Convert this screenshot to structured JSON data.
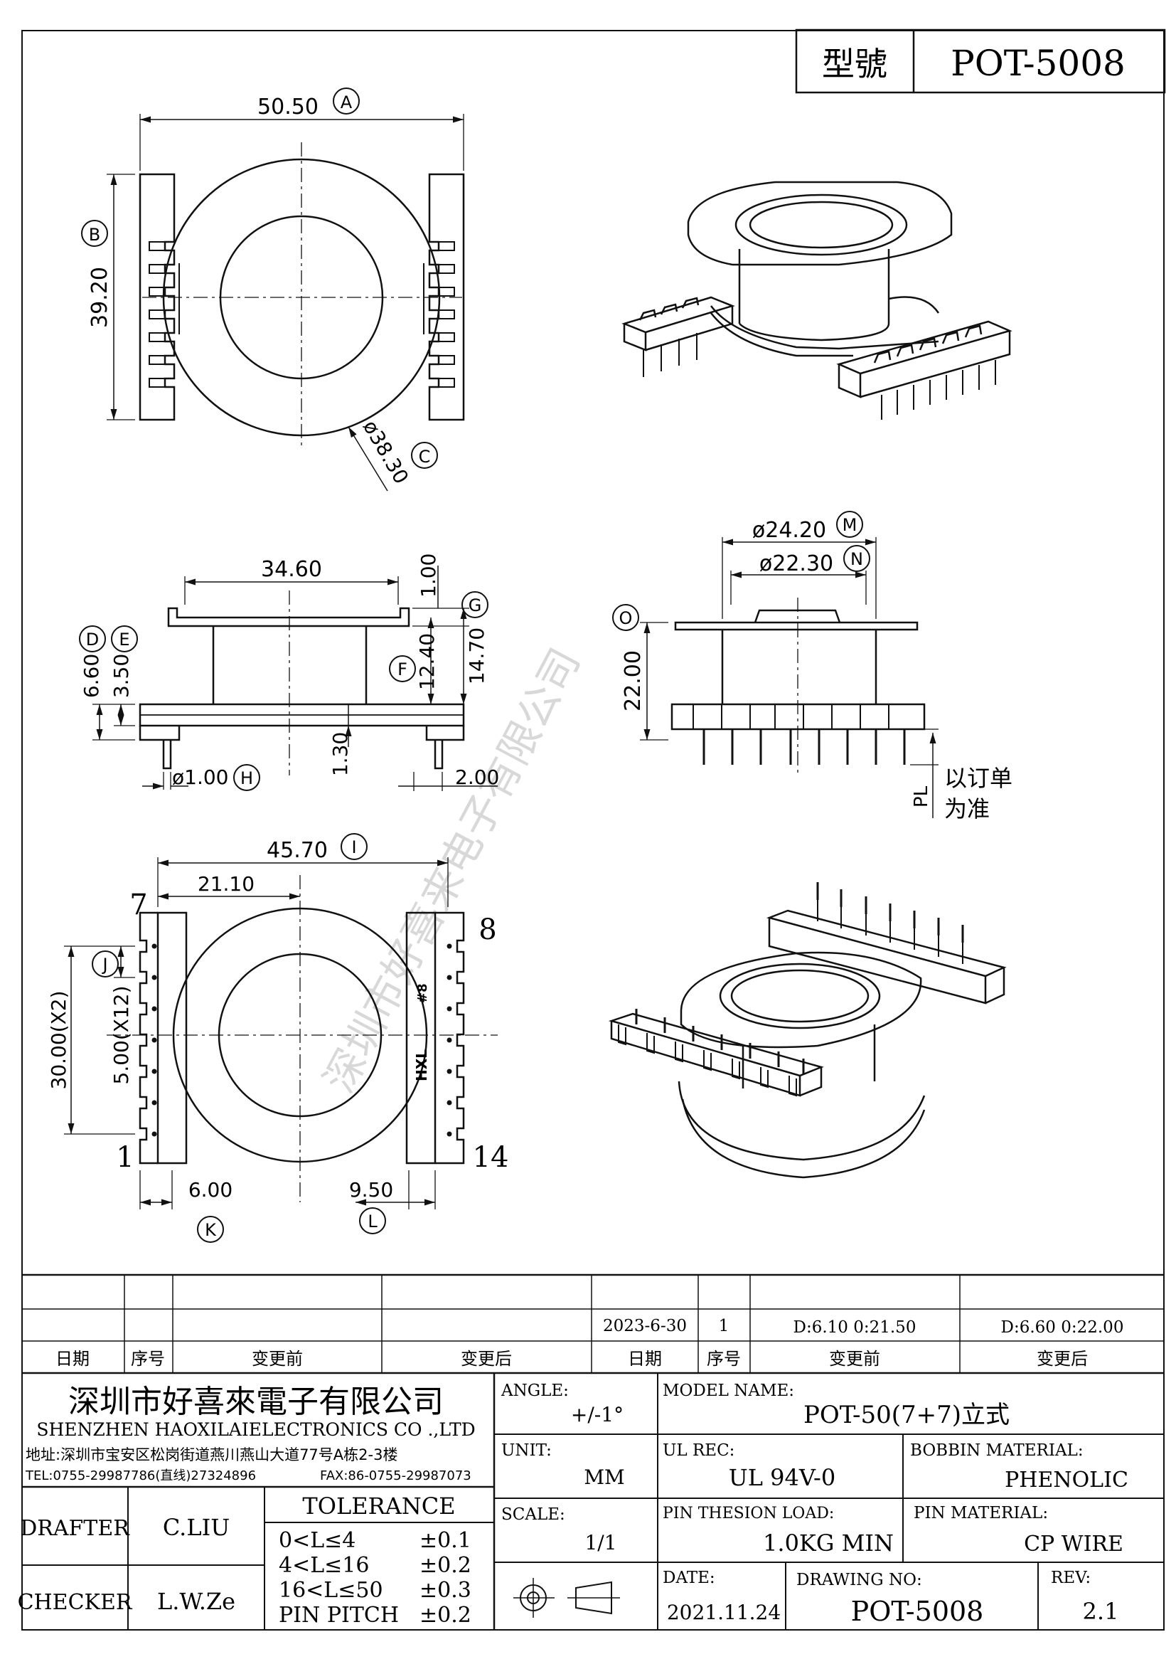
{
  "header": {
    "model_label": "型號",
    "model_no": "POT-5008"
  },
  "dims": {
    "A": "50.50",
    "B": "39.20",
    "C": "ø38.30",
    "w_top": "34.60",
    "flange_t": "1.00",
    "h_core": "12.40",
    "h_total": "14.70",
    "h_d": "6.60",
    "h_e": "3.50",
    "pin_d": "ø1.00",
    "step": "1.30",
    "pin_off": "2.00",
    "M": "ø24.20",
    "N": "ø22.30",
    "O": "22.00",
    "PL": "PL",
    "pl_note_1": "以订单",
    "pl_note_2": "为准",
    "I": "45.70",
    "w_half": "21.10",
    "J": "30.00(X2)",
    "pitch": "5.00(X12)",
    "K": "6.00",
    "L": "9.50"
  },
  "letters": {
    "A": "A",
    "B": "B",
    "C": "C",
    "D": "D",
    "E": "E",
    "F": "F",
    "G": "G",
    "H": "H",
    "I": "I",
    "J": "J",
    "K": "K",
    "L": "L",
    "M": "M",
    "N": "N",
    "O": "O"
  },
  "pins": {
    "p1": "1",
    "p7": "7",
    "p8": "8",
    "p14": "14"
  },
  "marks": {
    "brand": "HXL",
    "num": "#8"
  },
  "watermark": "深圳市好喜来电子有限公司",
  "revision_table": {
    "row1": [
      "",
      "",
      "",
      "",
      "2023-6-30",
      "1",
      "D:6.10  0:21.50",
      "D:6.60  0:22.00"
    ],
    "header": [
      "日期",
      "序号",
      "变更前",
      "变更后",
      "日期",
      "序号",
      "变更前",
      "变更后"
    ]
  },
  "company": {
    "name_cn": "深圳市好喜來電子有限公司",
    "name_en": "SHENZHEN HAOXILAIELECTRONICS CO .,LTD",
    "address": "地址:深圳市宝安区松岗街道燕川燕山大道77号A栋2-3楼",
    "tel": "TEL:0755-29987786(直线)27324896",
    "fax": "FAX:86-0755-29987073"
  },
  "title_block": {
    "drafter_label": "DRAFTER",
    "drafter": "C.LIU",
    "checker_label": "CHECKER",
    "checker": "L.W.Ze",
    "tolerance_label": "TOLERANCE",
    "tol": [
      [
        "0<L≤4",
        "±0.1"
      ],
      [
        "4<L≤16",
        "±0.2"
      ],
      [
        "16<L≤50",
        "±0.3"
      ],
      [
        "PIN PITCH",
        "±0.2"
      ]
    ],
    "angle_label": "ANGLE:",
    "angle": "+/-1°",
    "unit_label": "UNIT:",
    "unit": "MM",
    "scale_label": "SCALE:",
    "scale": "1/1",
    "model_name_label": "MODEL NAME:",
    "model_name": "POT-50(7+7)立式",
    "ul_label": "UL REC:",
    "ul": "UL 94V-0",
    "bobbin_label": "BOBBIN MATERIAL:",
    "bobbin": "PHENOLIC",
    "load_label": "PIN THESION LOAD:",
    "load": "1.0KG MIN",
    "pinmat_label": "PIN MATERIAL:",
    "pinmat": "CP  WIRE",
    "date_label": "DATE:",
    "date": "2021.11.24",
    "drawing_label": "DRAWING NO:",
    "drawing": "POT-5008",
    "rev_label": "REV:",
    "rev": "2.1"
  }
}
